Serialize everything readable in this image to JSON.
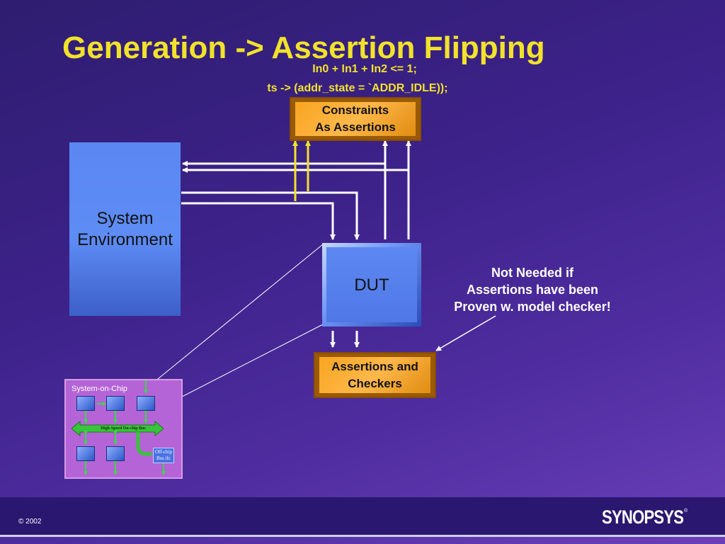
{
  "title": "Generation -> Assertion Flipping",
  "formula_line1": "In0 + In1 + In2 <= 1;",
  "formula_line2": "ts -> (addr_state = `ADDR_IDLE));",
  "constraints_box": {
    "line1": "Constraints",
    "line2": "As Assertions"
  },
  "system_env": {
    "line1": "System",
    "line2": "Environment"
  },
  "dut": "DUT",
  "checkers_box": {
    "line1": "Assertions and",
    "line2": "Checkers"
  },
  "note": {
    "line1": "Not Needed if",
    "line2": "Assertions have been",
    "line3": "Proven w. model checker!"
  },
  "soc": {
    "title": "System-on-Chip",
    "bus_label": "High-Speed On-chip Bus",
    "offchip_line1": "Off-chip",
    "offchip_line2": "Bus ifc"
  },
  "footer": {
    "copyright": "© 2002",
    "logo": "SYNOPSYS",
    "logo_mark": "®"
  },
  "colors": {
    "title": "#f2e22b",
    "arrow": "#ffffff",
    "constraint_arrow": "#f2e22b",
    "orange_box": "#f7a62a",
    "blue_box": "#5e8cf5",
    "soc": "#b464d6"
  }
}
